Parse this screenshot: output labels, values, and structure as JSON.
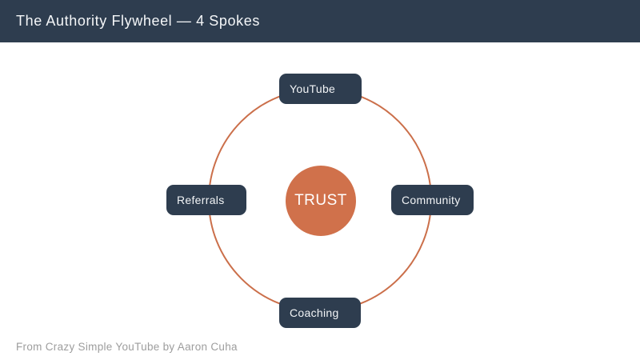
{
  "header": {
    "title": "The Authority Flywheel — 4 Spokes"
  },
  "diagram": {
    "type": "flywheel",
    "center": {
      "label": "TRUST"
    },
    "spokes": [
      {
        "label": "YouTube",
        "position": "top"
      },
      {
        "label": "Community",
        "position": "right"
      },
      {
        "label": "Coaching",
        "position": "bottom"
      },
      {
        "label": "Referrals",
        "position": "left"
      }
    ]
  },
  "footer": {
    "attribution": "From Crazy Simple YouTube by Aaron Cuha"
  },
  "colors": {
    "navy": "#2e3d4f",
    "orange": "#d0714b",
    "ring": "#cb6f4a",
    "muted_text": "#9d9d9d",
    "background": "#ffffff"
  }
}
